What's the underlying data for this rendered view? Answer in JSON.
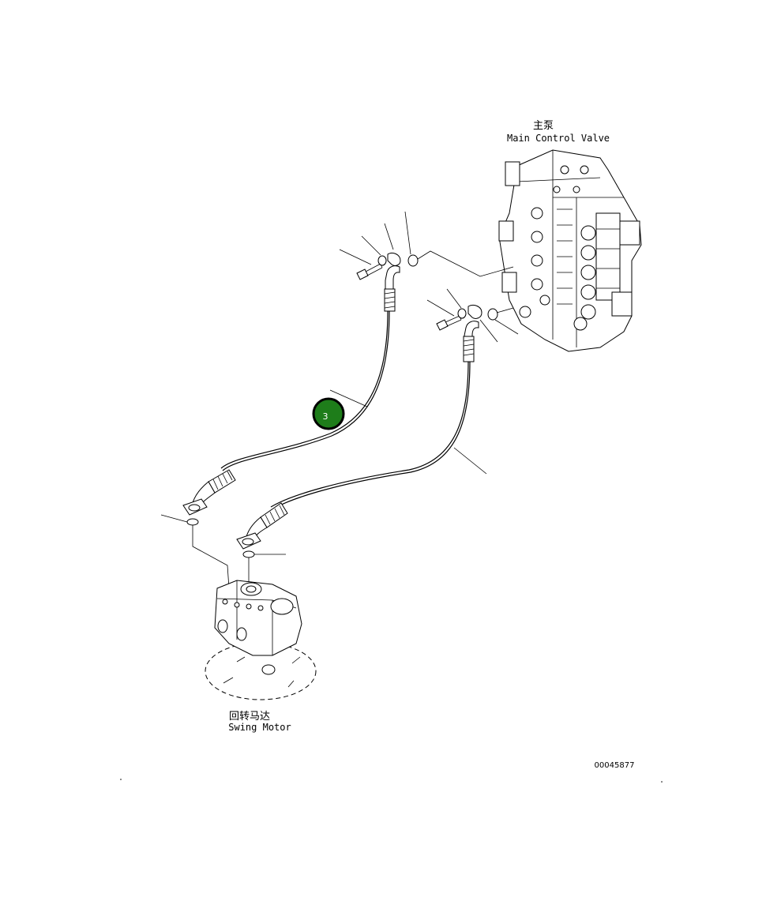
{
  "diagram": {
    "labels": {
      "main_valve_cn": "主泵",
      "main_valve_en": "Main Control Valve",
      "swing_motor_cn": "回转马达",
      "swing_motor_en": "Swing Motor",
      "drawing_number": "00045877"
    },
    "callout": {
      "number": "3",
      "fill_color": "#1e7d1a",
      "stroke_color": "#000000"
    }
  }
}
